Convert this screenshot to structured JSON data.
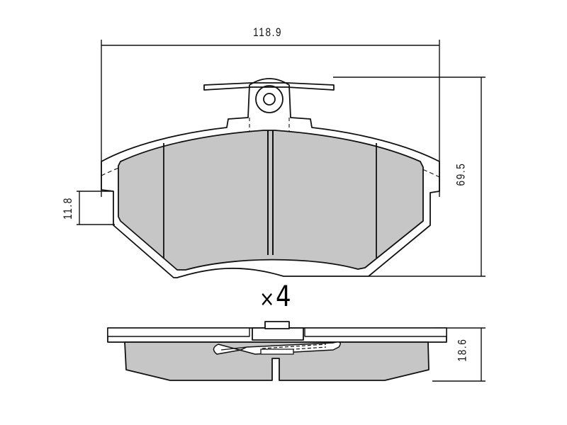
{
  "diagram": {
    "subject": "brake pad set technical drawing",
    "views": [
      "front view",
      "side view"
    ],
    "colors": {
      "line": "#111111",
      "friction_material": "#c6c6c6",
      "background": "#ffffff"
    },
    "dimensions": {
      "width": "118.9",
      "height": "69.5",
      "tab_height": "11.8",
      "thickness": "18.6"
    },
    "quantity": {
      "symbol": "×",
      "count": "4"
    }
  }
}
